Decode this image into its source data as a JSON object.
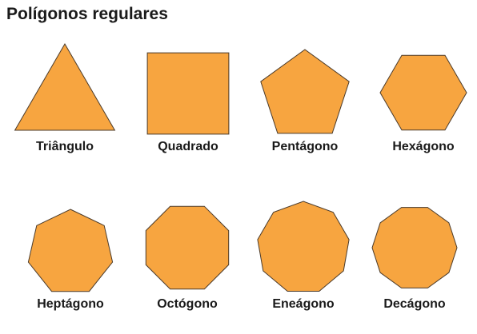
{
  "title": "Polígonos regulares",
  "fill_color": "#F7A540",
  "stroke_color": "#4a3a2a",
  "shapes": [
    {
      "sides": 3,
      "label": "Triângulo"
    },
    {
      "sides": 4,
      "label": "Quadrado"
    },
    {
      "sides": 5,
      "label": "Pentágono"
    },
    {
      "sides": 6,
      "label": "Hexágono"
    },
    {
      "sides": 7,
      "label": "Heptágono"
    },
    {
      "sides": 8,
      "label": "Octógono"
    },
    {
      "sides": 9,
      "label": "Eneágono"
    },
    {
      "sides": 10,
      "label": "Decágono"
    }
  ]
}
